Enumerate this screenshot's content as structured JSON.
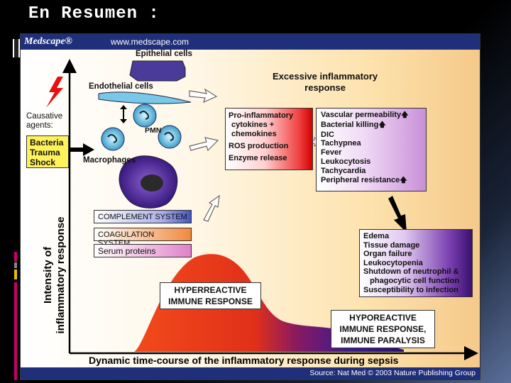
{
  "slide": {
    "title": "En Resumen :"
  },
  "figure": {
    "brand": "Medscape®",
    "url": "www.medscape.com",
    "source": "Source: Nat Med © 2003 Nature Publishing Group",
    "y_axis_label_line1": "Intensity of",
    "y_axis_label_line2": "inflammatory response",
    "x_axis_label": "Dynamic time-course of the inflammatory response during sepsis",
    "epithelial_label": "Epithelial cells",
    "endothelial_label": "Endothelial cells",
    "pmn_label": "PMN",
    "macrophages_label": "Macrophages",
    "causative_label_line1": "Causative",
    "causative_label_line2": "agents:",
    "agents": [
      "Bacteria",
      "Trauma",
      "Shock"
    ],
    "systems": {
      "complement": "COMPLEMENT SYSTEM",
      "coagulation": "COAGULATION SYSTEM",
      "serum": "Serum proteins"
    },
    "excessive_line1": "Excessive inflammatory",
    "excessive_line2": "response",
    "mediators": {
      "line1": "Pro-inflammatory",
      "line2": "cytokines +",
      "line3": "chemokines",
      "ros": "ROS production",
      "enzyme": "Enzyme release"
    },
    "effects": [
      "Vascular permeability",
      "Bacterial killing",
      "DIC",
      "Tachypnea",
      "Fever",
      "Leukocytosis",
      "Tachycardia",
      "Peripheral resistance"
    ],
    "outcomes": [
      "Edema",
      "Tissue damage",
      "Organ failure",
      "Leukocytopenia",
      "Shutdown of neutrophil &",
      "   phagocytic cell function",
      "Susceptibility to infection"
    ],
    "hyper_line1": "HYPERREACTIVE",
    "hyper_line2": "IMMUNE RESPONSE",
    "hypo_line1": "HYPOREACTIVE",
    "hypo_line2": "IMMUNE RESPONSE,",
    "hypo_line3": "IMMUNE PARALYSIS",
    "up_arrow": "🡅"
  },
  "colors": {
    "banner": "#1f2f7a",
    "hyper_curve": "#e83010",
    "hypo_curve": "#3a1a80",
    "agents_box": "#fff25a"
  }
}
